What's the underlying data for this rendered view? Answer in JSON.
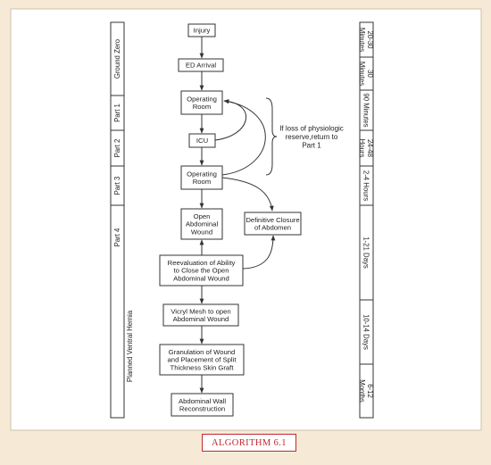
{
  "diagram": {
    "steps": [
      {
        "id": "injury",
        "lines": [
          "Injury"
        ]
      },
      {
        "id": "ed-arrival",
        "lines": [
          "ED Arrival"
        ]
      },
      {
        "id": "operating-room-1",
        "lines": [
          "Operating",
          "Room"
        ]
      },
      {
        "id": "icu",
        "lines": [
          "ICU"
        ]
      },
      {
        "id": "operating-room-2",
        "lines": [
          "Operating",
          "Room"
        ]
      },
      {
        "id": "open-abdominal-wound",
        "lines": [
          "Open",
          "Abdominal",
          "Wound"
        ]
      },
      {
        "id": "definitive-closure",
        "lines": [
          "Definitive Closure",
          "of Abdomen"
        ]
      },
      {
        "id": "reevaluation",
        "lines": [
          "Reevaluation of Ability",
          "to Close the Open",
          "Abdominal Wound"
        ]
      },
      {
        "id": "vicryl-mesh",
        "lines": [
          "Vicryl Mesh to open",
          "Abdominal Wound"
        ]
      },
      {
        "id": "granulation",
        "lines": [
          "Granulation of Wound",
          "and Placement of Split",
          "Thickness Skin Graft"
        ]
      },
      {
        "id": "abdominal-wall-reconstruction",
        "lines": [
          "Abdominal Wall",
          "Reconstruction"
        ]
      }
    ],
    "annotation": [
      "If loss of physiologic",
      "reserve,return to",
      "Part 1"
    ]
  },
  "phases_left": [
    {
      "id": "ground-zero",
      "label": "Ground Zero"
    },
    {
      "id": "part-1",
      "label": "Part 1"
    },
    {
      "id": "part-2",
      "label": "Part 2"
    },
    {
      "id": "part-3",
      "label": "Part 3"
    },
    {
      "id": "part-4",
      "label": "Part 4",
      "sublabel": "Planned Ventral Hernia"
    }
  ],
  "times_right": [
    {
      "id": "time-1",
      "lines": [
        "20-30",
        "Minutes"
      ]
    },
    {
      "id": "time-2",
      "lines": [
        "30",
        "Minutes"
      ]
    },
    {
      "id": "time-3",
      "lines": [
        "90 Minutes"
      ]
    },
    {
      "id": "time-4",
      "lines": [
        "24-48",
        "Hours"
      ]
    },
    {
      "id": "time-5",
      "lines": [
        "2-4 Hours"
      ]
    },
    {
      "id": "time-6",
      "lines": [
        "1-21 Days"
      ]
    },
    {
      "id": "time-7",
      "lines": [
        "10-14 Days"
      ]
    },
    {
      "id": "time-8",
      "lines": [
        "6-12",
        "Months"
      ]
    }
  ],
  "caption": "ALGORITHM 6.1",
  "colors": {
    "background": "#f6ead7",
    "panel": "#ffffff",
    "ink": "#333333",
    "caption": "#c0282d"
  }
}
